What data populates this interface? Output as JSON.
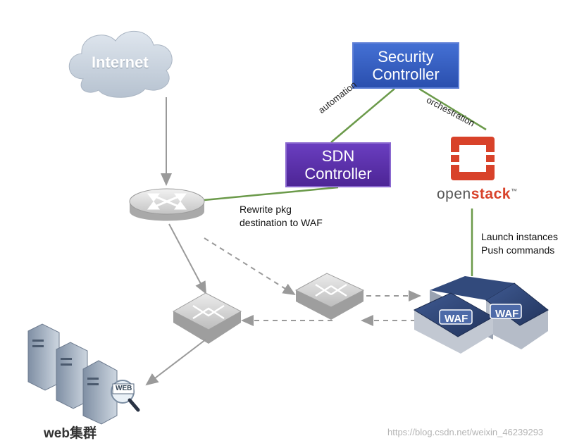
{
  "internet": {
    "label": "Internet"
  },
  "security_controller": {
    "line1": "Security",
    "line2": "Controller"
  },
  "sdn_controller": {
    "line1": "SDN",
    "line2": "Controller"
  },
  "edges": {
    "automation": "automation",
    "orchestration": "orchestration"
  },
  "openstack": {
    "prefix": "open",
    "suffix": "stack",
    "mark": "™"
  },
  "rewrite": {
    "line1": "Rewrite pkg",
    "line2": "destination to WAF"
  },
  "launch": {
    "line1": "Launch instances",
    "line2": "Push commands"
  },
  "waf": {
    "back": "WAF",
    "front": "WAF"
  },
  "web_server": {
    "tag": "WEB"
  },
  "web_cluster": {
    "label": "web集群"
  },
  "watermark": "https://blog.csdn.net/weixin_46239293",
  "colors": {
    "green_link": "#6b9a4a",
    "gray_arrow": "#9a9a9a",
    "security_blue": "#2f56b8",
    "sdn_purple": "#5a2fa8",
    "openstack_red": "#d8422a",
    "waf_navy": "#2a3d66"
  }
}
